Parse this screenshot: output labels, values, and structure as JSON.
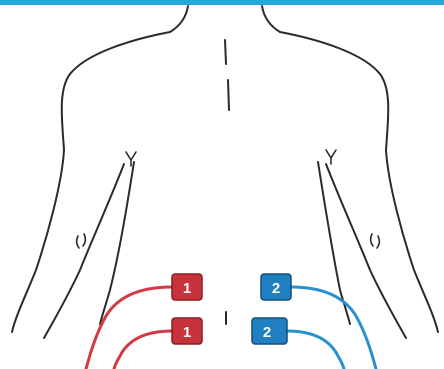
{
  "colors": {
    "top_bar": "#2ba6d8",
    "outline": "#2b2b2b",
    "channel_1": "#c8323a",
    "channel_2": "#1f7fc1",
    "channel_1_lead": "#d23a44",
    "channel_2_lead": "#2a90cc"
  },
  "electrodes": [
    {
      "channel": "1",
      "color_key": "channel_1"
    },
    {
      "channel": "1",
      "color_key": "channel_1"
    },
    {
      "channel": "2",
      "color_key": "channel_2"
    },
    {
      "channel": "2",
      "color_key": "channel_2"
    }
  ]
}
